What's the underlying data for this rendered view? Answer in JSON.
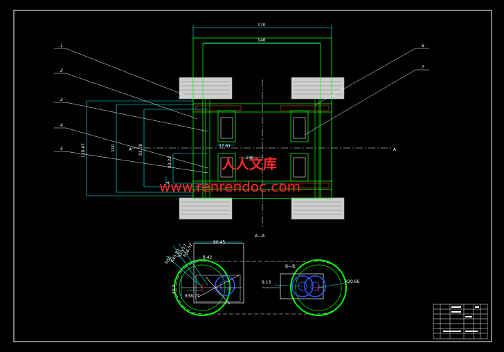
{
  "colors": {
    "background": "#000000",
    "frame": "#ffffff",
    "structure": "#00ff00",
    "dimension": "#00ffff",
    "hidden": "#ff3333",
    "tires": "#d8d8d8",
    "blue": "#3355ff",
    "watermark": "#ff2a2a"
  },
  "dimensions": {
    "d170": "170",
    "d146": "146",
    "d110": "110",
    "d11047": "110.47",
    "d9379": "93.79",
    "d8322": "83.22",
    "d3781": "37.81",
    "d148": "148",
    "d4": "4",
    "d6045": "60.45",
    "d842": "8.42",
    "d4082": "R40.82",
    "d3317": "R33.17",
    "d55": "R55",
    "d5652": "R56.52",
    "d403": "40.3",
    "d3877": "R38.77",
    "d2066": "R20.66",
    "d913": "9.13"
  },
  "section_marks": {
    "a_left": "A",
    "a_right": "A",
    "aa_label": "A—A",
    "bb_label": "B—B"
  },
  "leaders": {
    "n1": "1",
    "n2": "2",
    "n3": "3",
    "n4": "4",
    "n5": "5",
    "n6": "6",
    "n7": "7"
  },
  "watermark": {
    "cn": "人人文库",
    "url": "www.renrendoc.com"
  }
}
